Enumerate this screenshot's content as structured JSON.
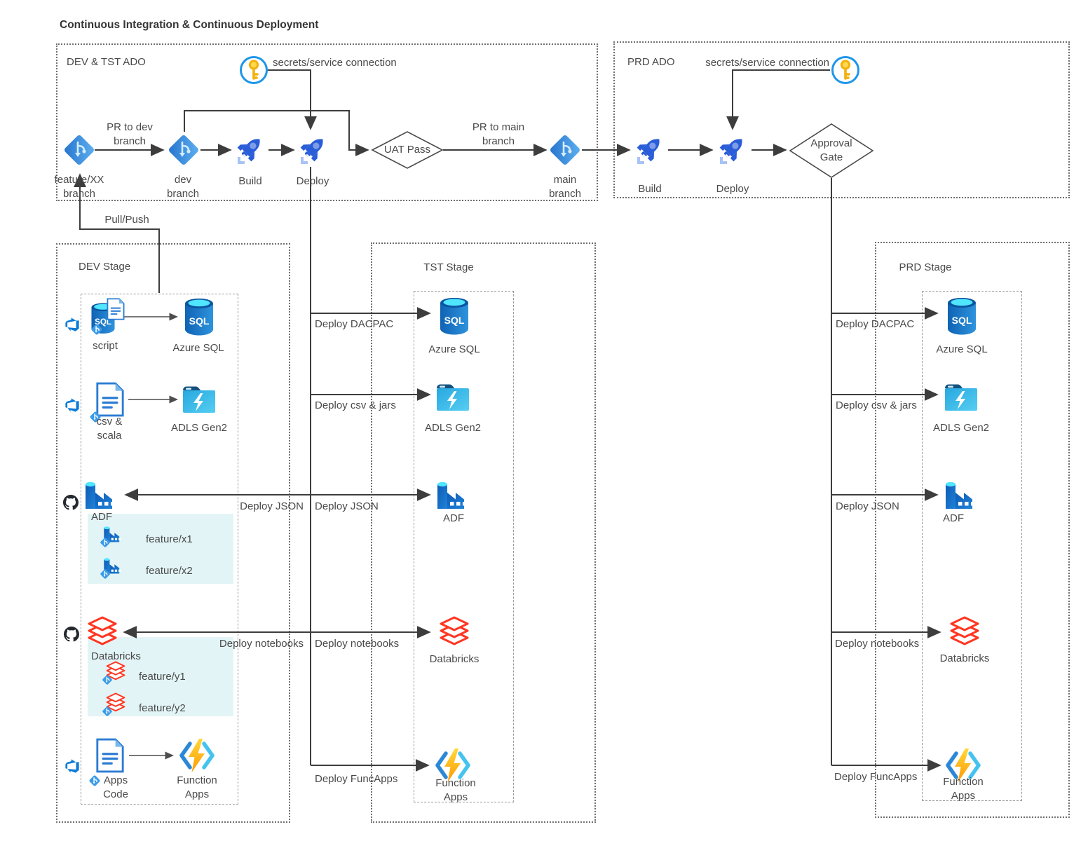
{
  "title": "Continuous Integration & Continuous Deployment",
  "ado_dev_tst": {
    "label": "DEV & TST ADO",
    "secrets": "secrets/service connection",
    "feature_branch": "feature/XX\nbranch",
    "pr_to_dev": "PR to dev\nbranch",
    "dev_branch": "dev\nbranch",
    "build": "Build",
    "deploy": "Deploy",
    "uat_pass": "UAT Pass",
    "pr_to_main": "PR to main\nbranch",
    "main_branch": "main\nbranch"
  },
  "ado_prd": {
    "label": "PRD ADO",
    "secrets": "secrets/service connection",
    "build": "Build",
    "deploy": "Deploy",
    "approval_gate": "Approval\nGate"
  },
  "stage_dev": {
    "label": "DEV Stage",
    "pull_push": "Pull/Push",
    "script": "script",
    "azure_sql": "Azure SQL",
    "csv_scala": "csv &\nscala",
    "adls": "ADLS Gen2",
    "adf": "ADF",
    "feature_x1": "feature/x1",
    "feature_x2": "feature/x2",
    "databricks": "Databricks",
    "feature_y1": "feature/y1",
    "feature_y2": "feature/y2",
    "apps_code": "Apps\nCode",
    "function_apps": "Function\nApps"
  },
  "stage_tst": {
    "label": "TST Stage",
    "azure_sql": "Azure SQL",
    "adls": "ADLS Gen2",
    "adf": "ADF",
    "databricks": "Databricks",
    "function_apps": "Function\nApps"
  },
  "stage_prd": {
    "label": "PRD Stage",
    "azure_sql": "Azure SQL",
    "adls": "ADLS Gen2",
    "adf": "ADF",
    "databricks": "Databricks",
    "function_apps": "Function\nApps"
  },
  "edges": {
    "deploy_dacpac": "Deploy DACPAC",
    "deploy_csv_jars": "Deploy csv & jars",
    "deploy_json": "Deploy JSON",
    "deploy_notebooks": "Deploy notebooks",
    "deploy_funcapps": "Deploy FuncApps"
  },
  "colors": {
    "rocket_blue": "#2a5dd8",
    "sql_blue": "#1169be",
    "cylinder_top_cyan": "#50e6ff",
    "adls_cyan": "#2bb3e6",
    "databricks_red": "#ff3621",
    "functions_orange": "#ff9900",
    "key_gold": "#f2b10e",
    "github_black": "#24292f",
    "devops_blue": "#0c7bd6",
    "feature_panel_teal": "#e2f4f6",
    "line_gray": "#3d3d3d"
  }
}
